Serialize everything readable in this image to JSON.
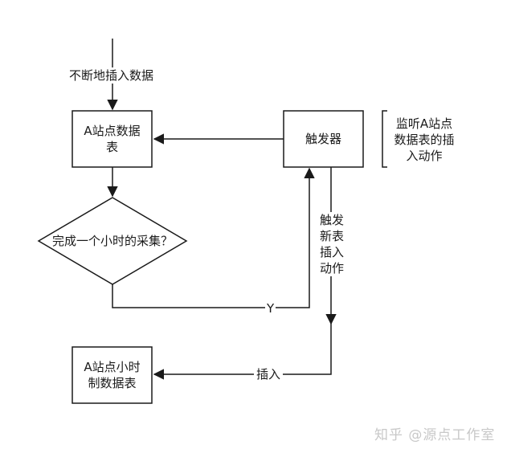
{
  "nodes": {
    "source_table": {
      "line1": "A站点数据",
      "line2": "表"
    },
    "trigger": {
      "label": "触发器"
    },
    "decision": {
      "label": "完成一个小时的采集？"
    },
    "hourly_table": {
      "line1": "A站点小时",
      "line2": "制数据表"
    }
  },
  "edges": {
    "input_label": "不断地插入数据",
    "yes_label": "Y",
    "insert_label": "插入",
    "trigger_action": {
      "line1": "触发",
      "line2": "新表",
      "line3": "插入",
      "line4": "动作"
    }
  },
  "annotation": {
    "line1": "监听A站点",
    "line2": "数据表的插",
    "line3": "入动作"
  },
  "watermark": "知乎 @源点工作室"
}
